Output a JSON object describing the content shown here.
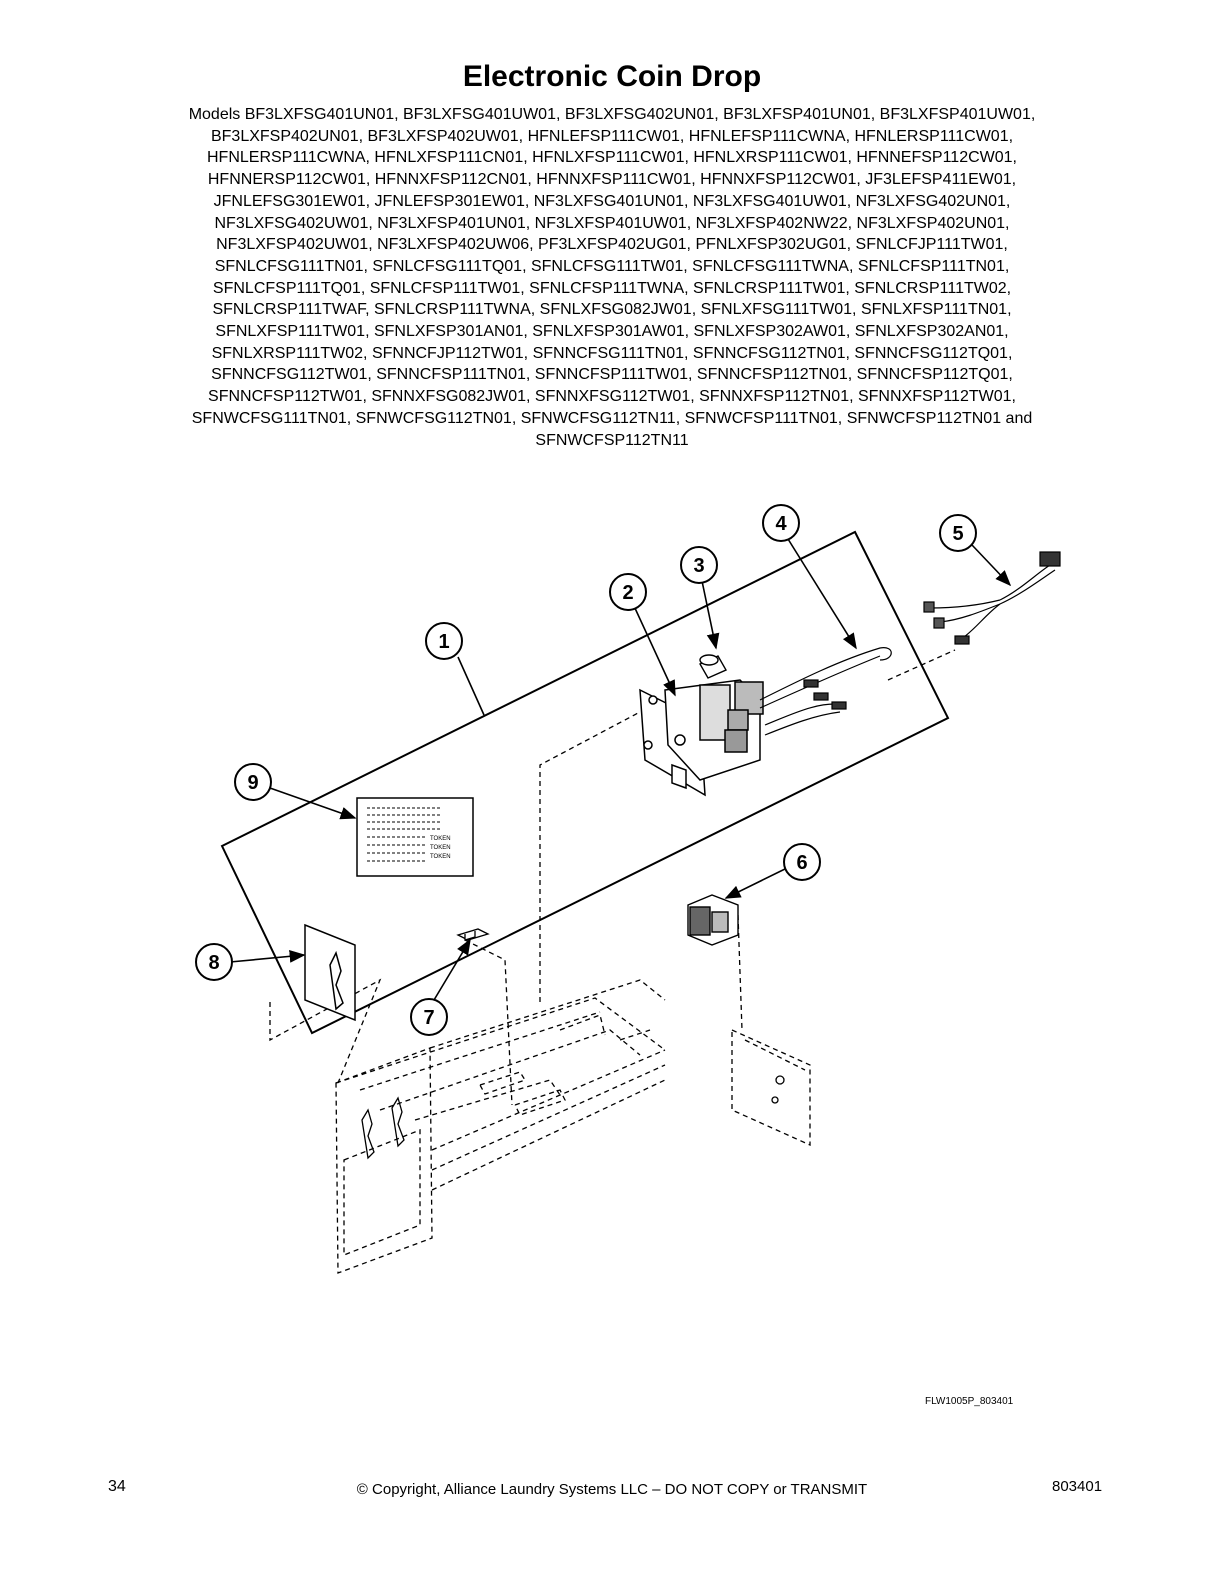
{
  "title": "Electronic Coin Drop",
  "models_lines": [
    "Models BF3LXFSG401UN01, BF3LXFSG401UW01, BF3LXFSG402UN01, BF3LXFSP401UN01, BF3LXFSP401UW01,",
    "BF3LXFSP402UN01, BF3LXFSP402UW01, HFNLEFSP111CW01, HFNLEFSP111CWNA, HFNLERSP111CW01,",
    "HFNLERSP111CWNA, HFNLXFSP111CN01, HFNLXFSP111CW01, HFNLXRSP111CW01, HFNNEFSP112CW01,",
    "HFNNERSP112CW01, HFNNXFSP112CN01, HFNNXFSP111CW01, HFNNXFSP112CW01, JF3LEFSP411EW01,",
    "JFNLEFSG301EW01, JFNLEFSP301EW01, NF3LXFSG401UN01, NF3LXFSG401UW01, NF3LXFSG402UN01,",
    "NF3LXFSG402UW01, NF3LXFSP401UN01, NF3LXFSP401UW01, NF3LXFSP402NW22, NF3LXFSP402UN01,",
    "NF3LXFSP402UW01, NF3LXFSP402UW06, PF3LXFSP402UG01, PFNLXFSP302UG01, SFNLCFJP111TW01,",
    "SFNLCFSG111TN01, SFNLCFSG111TQ01, SFNLCFSG111TW01, SFNLCFSG111TWNA, SFNLCFSP111TN01,",
    "SFNLCFSP111TQ01, SFNLCFSP111TW01, SFNLCFSP111TWNA, SFNLCRSP111TW01, SFNLCRSP111TW02,",
    "SFNLCRSP111TWAF, SFNLCRSP111TWNA, SFNLXFSG082JW01, SFNLXFSG111TW01, SFNLXFSP111TN01,",
    "SFNLXFSP111TW01, SFNLXFSP301AN01, SFNLXFSP301AW01, SFNLXFSP302AW01, SFNLXFSP302AN01,",
    "SFNLXRSP111TW02, SFNNCFJP112TW01, SFNNCFSG111TN01, SFNNCFSG112TN01, SFNNCFSG112TQ01,",
    "SFNNCFSG112TW01, SFNNCFSP111TN01, SFNNCFSP111TW01, SFNNCFSP112TN01, SFNNCFSP112TQ01,",
    "SFNNCFSP112TW01, SFNNXFSG082JW01, SFNNXFSG112TW01, SFNNXFSP112TN01, SFNNXFSP112TW01,",
    "SFNWCFSG111TN01, SFNWCFSG112TN01, SFNWCFSG112TN11, SFNWCFSP111TN01, SFNWCFSP112TN01 and",
    "SFNWCFSP112TN11"
  ],
  "callouts": [
    "1",
    "2",
    "3",
    "4",
    "5",
    "6",
    "7",
    "8",
    "9"
  ],
  "decal_token_label": "TOKEN",
  "figure_id": "FLW1005P_803401",
  "footer": {
    "page_number": "34",
    "copyright": "© Copyright, Alliance Laundry Systems LLC – DO NOT COPY or TRANSMIT",
    "doc_number": "803401"
  }
}
